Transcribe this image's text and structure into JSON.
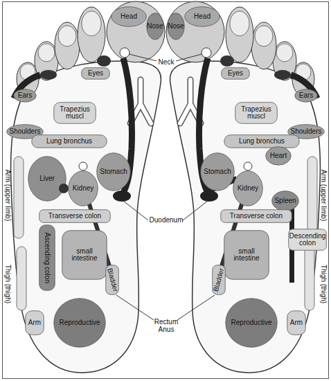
{
  "diagram": {
    "nodes": [
      {
        "text": [
          "Head"
        ]
      },
      {
        "text": [
          "Nose"
        ]
      },
      {
        "text": [
          "Eyes"
        ]
      },
      {
        "text": [
          "Ears"
        ]
      },
      {
        "text": [
          "Trapezius muscl"
        ]
      },
      {
        "text": [
          "Shoulders"
        ]
      },
      {
        "text": [
          "Lung bronchus"
        ]
      },
      {
        "text": [
          "Liver"
        ]
      },
      {
        "text": [
          "Kidney"
        ]
      },
      {
        "text": [
          "Stomach"
        ]
      },
      {
        "text": [
          "Transverse colon"
        ]
      },
      {
        "text": [
          "Ascending colon"
        ]
      },
      {
        "text": [
          "small intestine"
        ]
      },
      {
        "text": [
          "Bladder"
        ]
      },
      {
        "text": [
          "Reproductive"
        ]
      },
      {
        "text": [
          "Arm"
        ]
      },
      {
        "text": [
          "Nose"
        ]
      },
      {
        "text": [
          "Head"
        ]
      },
      {
        "text": [
          "Eyes"
        ]
      },
      {
        "text": [
          "Ears"
        ]
      },
      {
        "text": [
          "Trapezius muscl"
        ]
      },
      {
        "text": [
          "Shoulders"
        ]
      },
      {
        "text": [
          "Lung bronchus"
        ]
      },
      {
        "text": [
          "Heart"
        ]
      },
      {
        "text": [
          "Stomach"
        ]
      },
      {
        "text": [
          "Kidney"
        ]
      },
      {
        "text": [
          "Spleen"
        ]
      },
      {
        "text": [
          "Transverse colon"
        ]
      },
      {
        "text": [
          "Descending colon"
        ]
      },
      {
        "text": [
          "small intestine"
        ]
      },
      {
        "text": [
          "Bladder"
        ]
      },
      {
        "text": [
          "Reproductive"
        ]
      },
      {
        "text": [
          "Arm"
        ]
      }
    ],
    "labels": [
      "Neck",
      "Arm (upper limb)",
      "Arm (upper limb)",
      "Duodenum",
      "Thigh (thigh)",
      "Thigh (thigh)",
      "Rectum Anus"
    ]
  }
}
